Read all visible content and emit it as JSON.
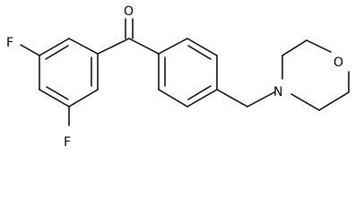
{
  "molecule": {
    "name": "",
    "atom_labels": {
      "oxygen_ketone": "O",
      "fluorine_top": "F",
      "fluorine_bottom": "F",
      "nitrogen": "N",
      "oxygen_ring": "O"
    }
  },
  "colors": {
    "bond": "#000000",
    "label": "#000000",
    "background": "#ffffff"
  }
}
